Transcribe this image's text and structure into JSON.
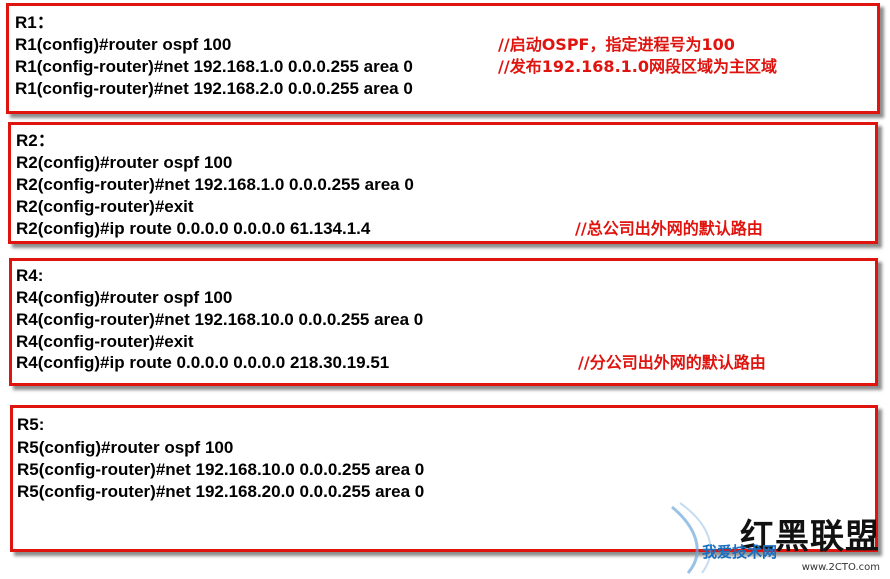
{
  "sections": [
    {
      "title": "R1：",
      "lines": [
        "R1(config)#router ospf 100",
        "R1(config-router)#net 192.168.1.0 0.0.0.255 area 0",
        "R1(config-router)#net 192.168.2.0 0.0.0.255 area 0"
      ],
      "comments": [
        "//启动OSPF，指定进程号为100",
        "//发布192.168.1.0网段区域为主区域"
      ]
    },
    {
      "title": "R2：",
      "lines": [
        "R2(config)#router ospf 100",
        "R2(config-router)#net 192.168.1.0 0.0.0.255 area 0",
        "R2(config-router)#exit",
        "R2(config)#ip route 0.0.0.0 0.0.0.0 61.134.1.4"
      ],
      "comments": [
        "//总公司出外网的默认路由"
      ]
    },
    {
      "title": "R4:",
      "lines": [
        "R4(config)#router ospf 100",
        "R4(config-router)#net 192.168.10.0 0.0.0.255 area 0",
        "R4(config-router)#exit",
        "R4(config)#ip route 0.0.0.0 0.0.0.0 218.30.19.51"
      ],
      "comments": [
        "//分公司出外网的默认路由"
      ]
    },
    {
      "title": "R5:",
      "lines": [
        "R5(config)#router ospf 100",
        "R5(config-router)#net 192.168.10.0 0.0.0.255 area 0",
        "R5(config-router)#net 192.168.20.0 0.0.0.255 area 0"
      ],
      "comments": []
    }
  ],
  "watermark": {
    "logo_text": "红黑联盟",
    "slogan": "我爱技术网",
    "url": "www.2CTO.com"
  },
  "colors": {
    "border": "#e0140f",
    "comment": "#e0140f",
    "text": "#000000"
  }
}
